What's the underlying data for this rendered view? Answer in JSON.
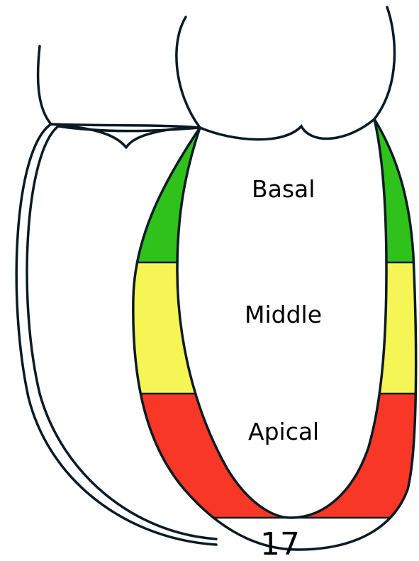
{
  "colors": {
    "basal": "#2fc21a",
    "middle": "#f6f556",
    "apical": "#f93726",
    "apex": "#ffffff",
    "outline": "#0c1a24"
  },
  "labels": {
    "basal": "Basal",
    "middle": "Middle",
    "apical": "Apical",
    "apex": "17"
  }
}
